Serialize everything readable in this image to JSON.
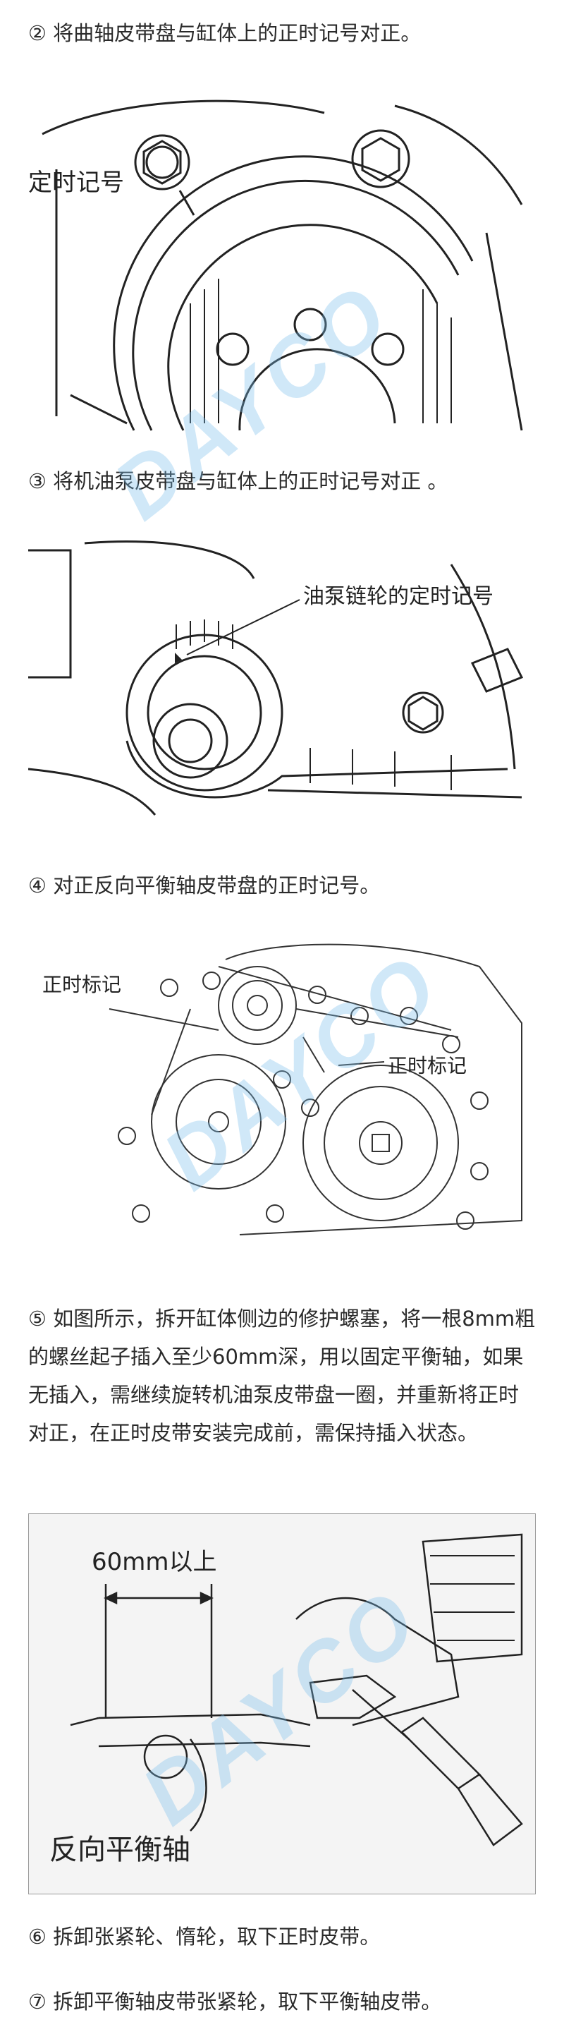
{
  "steps": {
    "s2": "② 将曲轴皮带盘与缸体上的正时记号对正。",
    "s3": "③ 将机油泵皮带盘与缸体上的正时记号对正 。",
    "s4": "④ 对正反向平衡轴皮带盘的正时记号。",
    "s5": "⑤ 如图所示，拆开缸体侧边的修护螺塞，将一根8mm粗的螺丝起子插入至少60mm深，用以固定平衡轴，如果无插入，需继续旋转机油泵皮带盘一圈，并重新将正时对正，在正时皮带安装完成前，需保持插入状态。",
    "s6": "⑥ 拆卸张紧轮、惰轮，取下正时皮带。",
    "s7": "⑦ 拆卸平衡轴皮带张紧轮，取下平衡轴皮带。"
  },
  "figures": {
    "fig1": {
      "label": "定时记号"
    },
    "fig2": {
      "label": "油泵链轮的定时记号"
    },
    "fig3": {
      "label_left": "正时标记",
      "label_right": "正时标记"
    },
    "fig4": {
      "label_top": "60mm以上",
      "label_bottom": "反向平衡轴"
    }
  },
  "watermark": {
    "text": "DAYCO",
    "color": "#7bbde9"
  }
}
